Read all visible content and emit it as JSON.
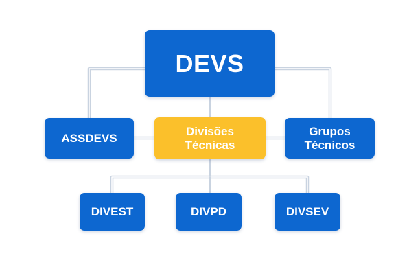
{
  "diagram": {
    "root": {
      "label": "DEVS"
    },
    "level1": {
      "left": {
        "label": "ASSDEVS"
      },
      "center": {
        "line1": "Divisões",
        "line2": "Técnicas"
      },
      "right": {
        "line1": "Grupos",
        "line2": "Técnicos"
      }
    },
    "level2": [
      {
        "label": "DIVEST"
      },
      {
        "label": "DIVPD"
      },
      {
        "label": "DIVSEV"
      }
    ]
  },
  "colors": {
    "node_blue": "#0d67d0",
    "node_highlight": "#fbc02b",
    "node_text": "#ffffff",
    "connector": "#c9d3e0"
  }
}
